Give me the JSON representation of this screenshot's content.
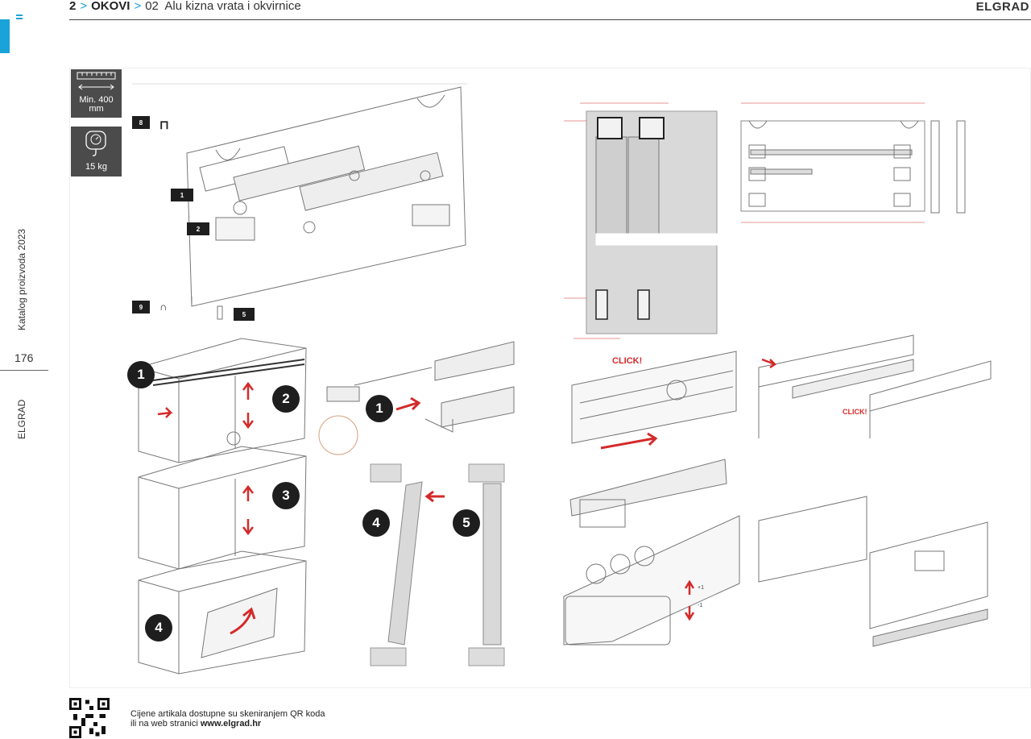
{
  "header": {
    "page_section_no": "2",
    "section": "OKOVI",
    "subsection_no": "02",
    "subsection": "Alu kizna vrata i okvirnice",
    "brand": "ELGRAD"
  },
  "sidebar": {
    "catalog_label": "Katalog proizvoda 2023",
    "page_number": "176",
    "brand": "ELGRAD"
  },
  "specs": {
    "min_width_line1": "Min. 400",
    "min_width_line2": "mm",
    "weight": "15 kg"
  },
  "labels": {
    "tag_8": "8",
    "tag_1": "1",
    "tag_2": "2",
    "tag_9": "9",
    "tag_5": "5",
    "step_1a": "1",
    "step_2": "2",
    "step_3": "3",
    "step_4a": "4",
    "step_1b": "1",
    "step_4b": "4",
    "step_5": "5",
    "click_1": "CLICK!",
    "click_2": "CLICK!",
    "plus_up": "+1",
    "minus_down": "-1"
  },
  "footer": {
    "line1": "Cijene artikala dostupne su skeniranjem QR koda",
    "line2_prefix": "ili na web stranici ",
    "url": "www.elgrad.hr"
  },
  "colors": {
    "accent": "#1aa3d9",
    "badge_bg": "#4b4b4b",
    "arrow_red": "#d42a2a"
  }
}
